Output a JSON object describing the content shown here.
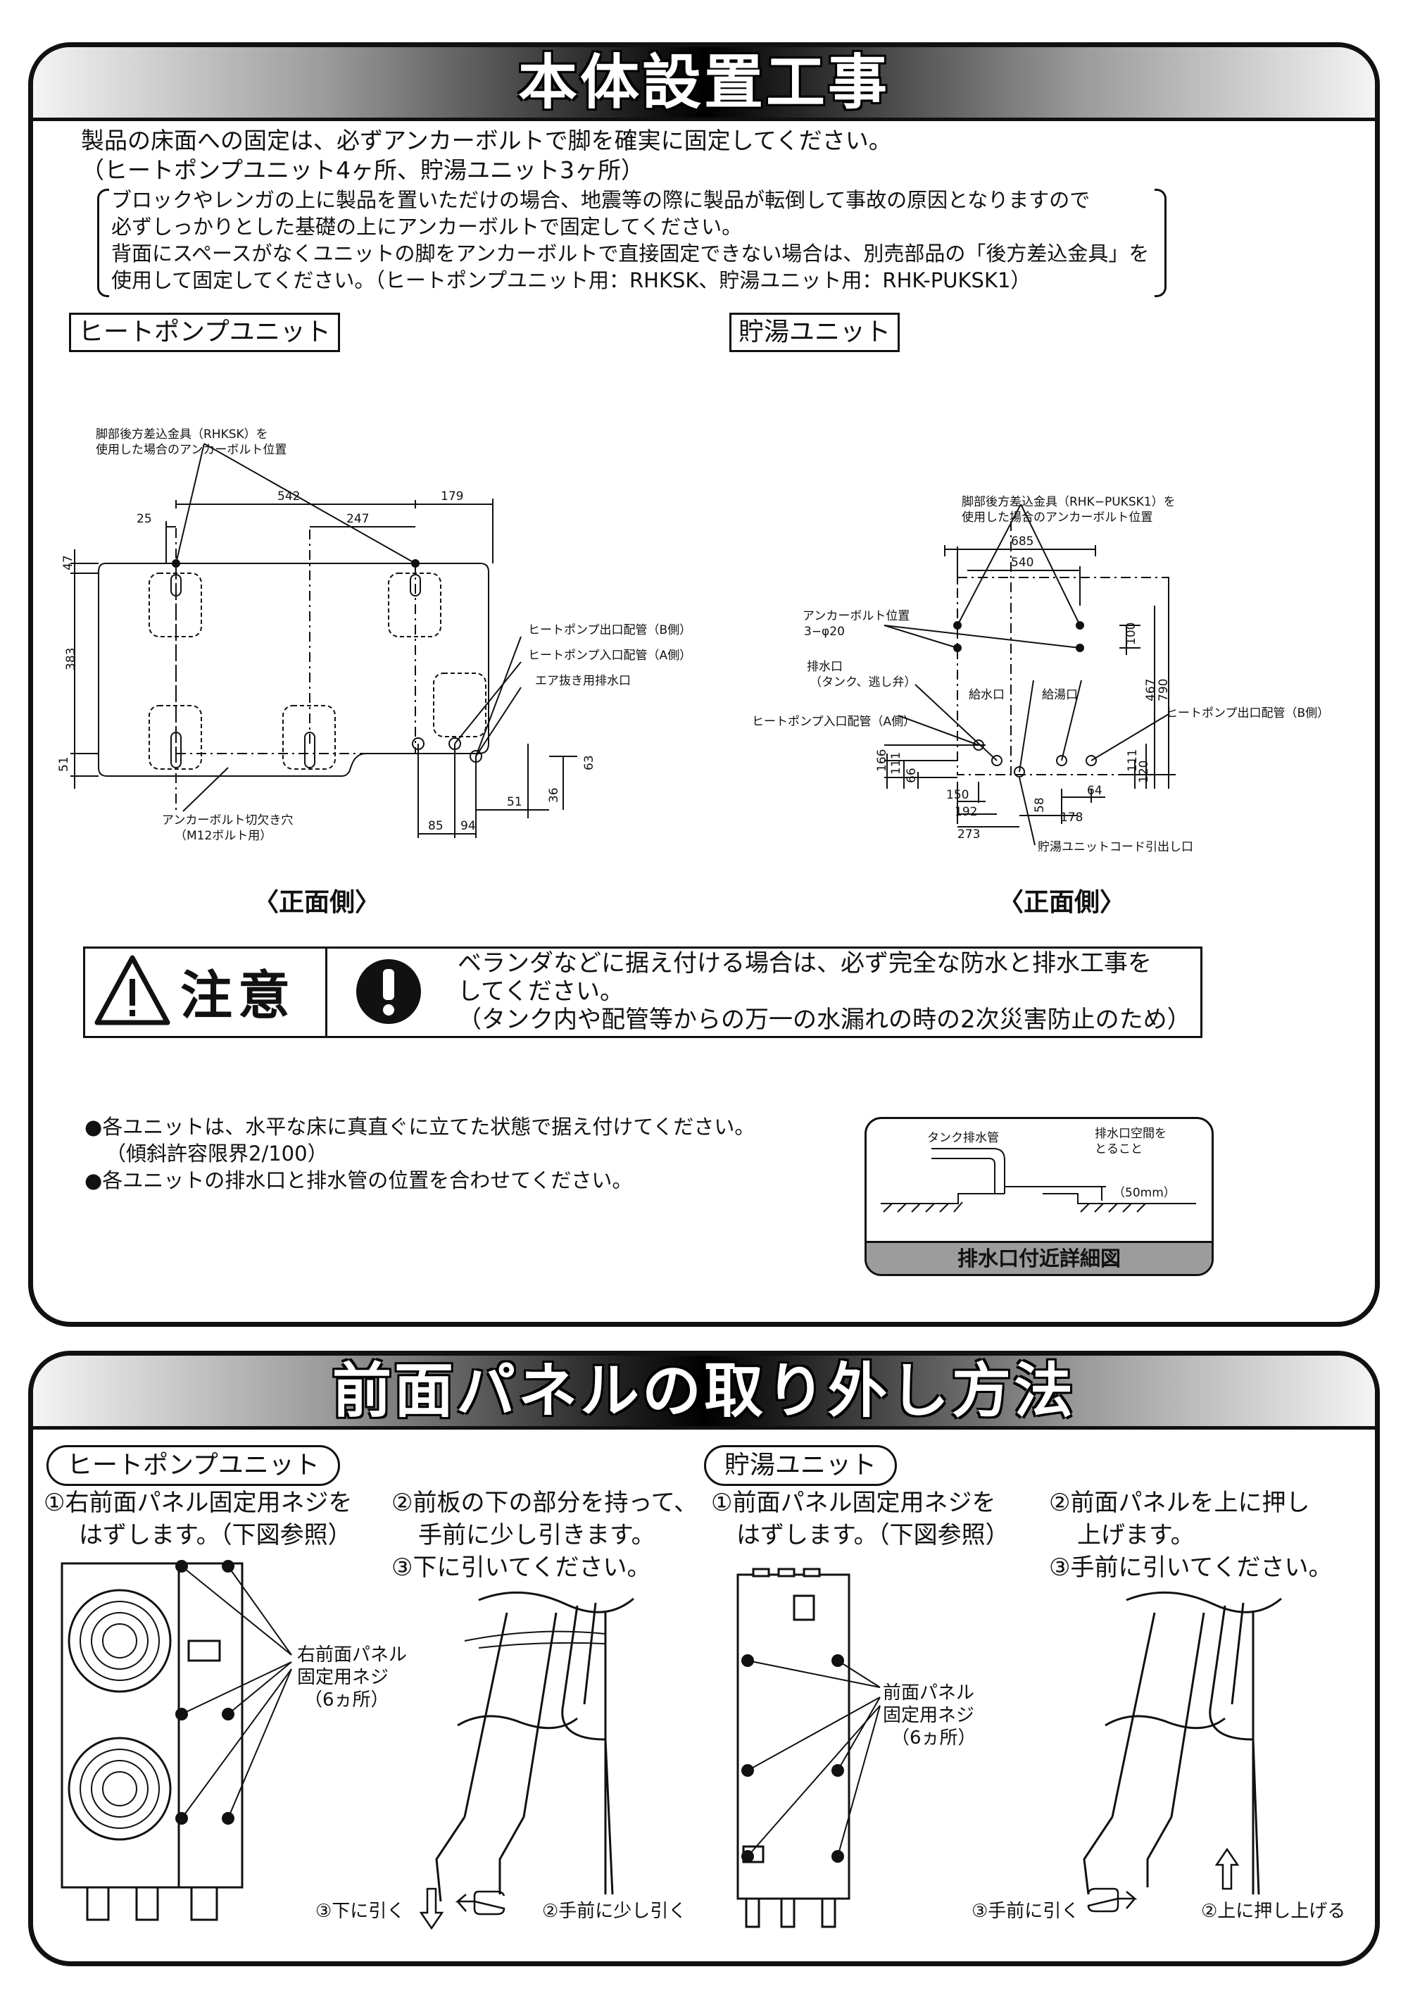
{
  "section1": {
    "title": "本体設置工事",
    "intro_line1": "製品の床面への固定は、必ずアンカーボルトで脚を確実に固定してください。",
    "intro_line2": "（ヒートポンプユニット4ヶ所、貯湯ユニット3ヶ所）",
    "note_lines": [
      "ブロックやレンガの上に製品を置いただけの場合、地震等の際に製品が転倒して事故の原因となりますので",
      "必ずしっかりとした基礎の上にアンカーボルトで固定してください。",
      "背面にスペースがなくユニットの脚をアンカーボルトで直接固定できない場合は、別売部品の「後方差込金具」を",
      "使用して固定してください。（ヒートポンプユニット用：RHKSK、貯湯ユニット用：RHK-PUKSK1）"
    ],
    "hp_label": "ヒートポンプユニット",
    "tank_label": "貯湯ユニット",
    "hp_diagram": {
      "callout_top_1": "脚部後方差込金具（RHKSK）を",
      "callout_top_2": "使用した場合のアンカーボルト位置",
      "dims": {
        "d542": "542",
        "d179": "179",
        "d25": "25",
        "d247": "247",
        "d47": "47",
        "d383": "383",
        "d51": "51",
        "d85": "85",
        "d94": "94",
        "d51b": "51",
        "d36": "36",
        "d63": "63"
      },
      "out_pipe": "ヒートポンプ出口配管（B側）",
      "in_pipe": "ヒートポンプ入口配管（A側）",
      "air_drain": "エア抜き用排水口",
      "cutout_1": "アンカーボルト切欠き穴",
      "cutout_2": "（M12ボルト用）"
    },
    "tank_diagram": {
      "callout_top_1": "脚部後方差込金具（RHK−PUKSK1）を",
      "callout_top_2": "使用した場合のアンカーボルト位置",
      "dims": {
        "d685": "685",
        "d540": "540",
        "d100": "100",
        "d467": "467",
        "d790": "790",
        "d166": "166",
        "d111": "111",
        "d66": "66",
        "d150": "150",
        "d192": "192",
        "d273": "273",
        "d58": "58",
        "d64": "64",
        "d178": "178",
        "d111b": "111",
        "d120": "120"
      },
      "anchor_1": "アンカーボルト位置",
      "anchor_2": "3−φ20",
      "drain_1": "排水口",
      "drain_2": "（タンク、逃し弁）",
      "water_in": "給水口",
      "hot_out": "給湯口",
      "in_pipe": "ヒートポンプ入口配管（A側）",
      "out_pipe": "ヒートポンプ出口配管（B側）",
      "cord": "貯湯ユニットコード引出し口"
    },
    "front_side": "〈正面側〉",
    "caution": {
      "title": "注意",
      "line1": "ベランダなどに据え付ける場合は、必ず完全な防水と排水工事を",
      "line2": "してください。",
      "line3": "（タンク内や配管等からの万一の水漏れの時の2次災害防止のため）"
    },
    "bullets": [
      "●各ユニットは、水平な床に真直ぐに立てた状態で据え付けてください。",
      "（傾斜許容限界2/100）",
      "●各ユニットの排水口と排水管の位置を合わせてください。"
    ],
    "detail": {
      "pipe": "タンク排水管",
      "space_1": "排水口空間を",
      "space_2": "とること",
      "gap": "（50mm）",
      "caption": "排水口付近詳細図"
    }
  },
  "section2": {
    "title": "前面パネルの取り外し方法",
    "hp_label": "ヒートポンプユニット",
    "tank_label": "貯湯ユニット",
    "hp_step1_line1": "①右前面パネル固定用ネジを",
    "hp_step1_line2": "はずします。（下図参照）",
    "hp_step2_line1": "②前板の下の部分を持って、",
    "hp_step2_line2": "手前に少し引きます。",
    "hp_step3": "③下に引いてください。",
    "hp_screw_1": "右前面パネル",
    "hp_screw_2": "固定用ネジ",
    "hp_screw_3": "（6ヵ所）",
    "hp_pull_down": "③下に引く",
    "hp_pull_front": "②手前に少し引く",
    "tank_step1_line1": "①前面パネル固定用ネジを",
    "tank_step1_line2": "はずします。（下図参照）",
    "tank_step2_line1": "②前面パネルを上に押し",
    "tank_step2_line2": "上げます。",
    "tank_step3": "③手前に引いてください。",
    "tank_screw_1": "前面パネル",
    "tank_screw_2": "固定用ネジ",
    "tank_screw_3": "（6ヵ所）",
    "tank_pull_front": "③手前に引く",
    "tank_push_up": "②上に押し上げる"
  }
}
